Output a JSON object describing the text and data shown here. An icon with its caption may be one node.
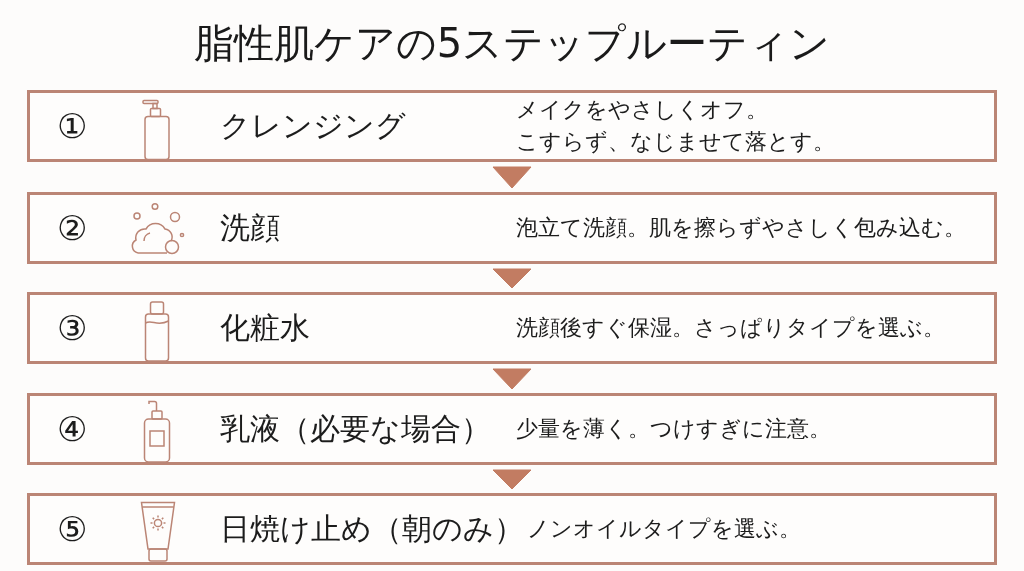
{
  "diagram": {
    "title": "脂性肌ケアの5ステップルーティン",
    "nodes": [
      {
        "text": [
          "①",
          "クレンジング",
          "メイクをやさしくオフ。こすらず、なじませて落とす。"
        ]
      },
      {
        "text": [
          "②",
          "洗顔",
          "泡立て洗顔。肌を擦らずやさしく包み込む。"
        ]
      },
      {
        "text": [
          "③",
          "化粧水",
          "洗顔後すぐ保湿。さっぱりタイプを選ぶ。"
        ]
      },
      {
        "text": [
          "④",
          "乳液（必要な場合）",
          "少量を薄く。つけすぎに注意。"
        ]
      },
      {
        "text": [
          "⑤",
          "日焼け止め（朝のみ）",
          "ノンオイルタイプを選ぶ。"
        ]
      }
    ],
    "edges": [
      {
        "from": 0,
        "to": 1,
        "arrow": "to"
      },
      {
        "from": 1,
        "to": 2,
        "arrow": "to"
      },
      {
        "from": 2,
        "to": 3,
        "arrow": "to"
      },
      {
        "from": 3,
        "to": 4,
        "arrow": "to"
      }
    ]
  }
}
